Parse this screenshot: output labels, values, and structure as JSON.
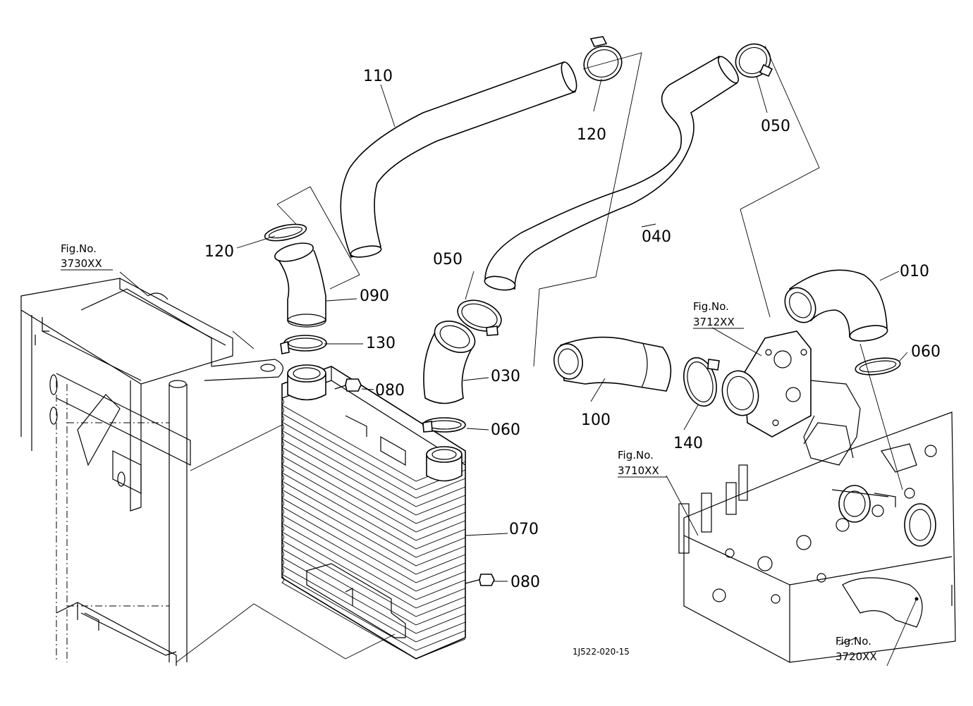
{
  "parts": [
    {
      "id": "p110",
      "label": "110"
    },
    {
      "id": "p120a",
      "label": "120"
    },
    {
      "id": "p050a",
      "label": "050"
    },
    {
      "id": "p120b",
      "label": "120"
    },
    {
      "id": "p040",
      "label": "040"
    },
    {
      "id": "p010",
      "label": "010"
    },
    {
      "id": "p050b",
      "label": "050"
    },
    {
      "id": "p090",
      "label": "090"
    },
    {
      "id": "p130",
      "label": "130"
    },
    {
      "id": "p080a",
      "label": "080"
    },
    {
      "id": "p030",
      "label": "030"
    },
    {
      "id": "p060a",
      "label": "060"
    },
    {
      "id": "p100",
      "label": "100"
    },
    {
      "id": "p140",
      "label": "140"
    },
    {
      "id": "p060b",
      "label": "060"
    },
    {
      "id": "p070",
      "label": "070"
    },
    {
      "id": "p080b",
      "label": "080"
    }
  ],
  "figrefs": [
    {
      "id": "f3730",
      "line1": "Fig.No.",
      "line2": "3730XX"
    },
    {
      "id": "f3712",
      "line1": "Fig.No.",
      "line2": "3712XX"
    },
    {
      "id": "f3710",
      "line1": "Fig.No.",
      "line2": "3710XX"
    },
    {
      "id": "f3720",
      "line1": "Fig.No.",
      "line2": "3720XX"
    }
  ],
  "drawing_code": "1J522-020-15"
}
